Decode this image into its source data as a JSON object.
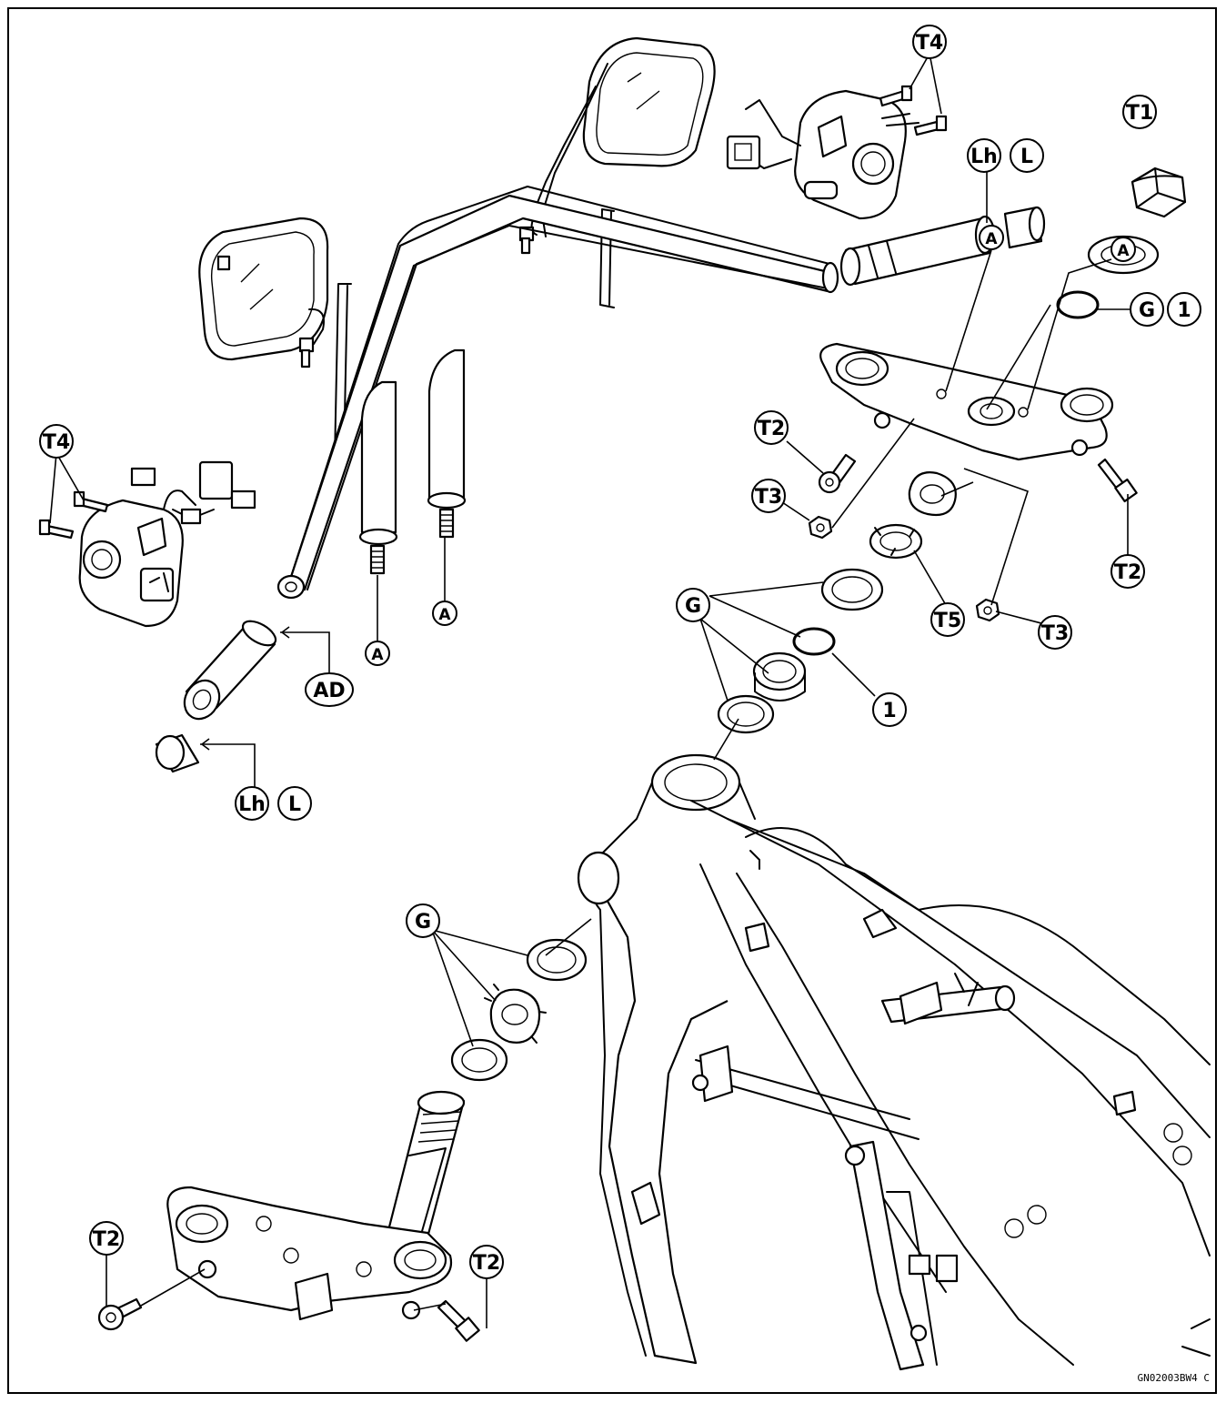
{
  "callouts": {
    "t4_top": "T4",
    "t1": "T1",
    "lh_top": "Lh",
    "l_top": "L",
    "g_top": "G",
    "one_top": "1",
    "a_top1": "A",
    "a_top2": "A",
    "t2_mid_left": "T2",
    "t3_mid_left": "T3",
    "t2_mid_right": "T2",
    "t5": "T5",
    "t3_mid_right": "T3",
    "t4_left": "T4",
    "a_left": "A",
    "a_right": "A",
    "ad": "AD",
    "g_mid": "G",
    "one_mid": "1",
    "lh_bottom": "Lh",
    "l_bottom": "L",
    "g_bottom": "G",
    "t2_bottom_left": "T2",
    "t2_bottom_right": "T2"
  },
  "figure_code": "GN02003BW4 C"
}
